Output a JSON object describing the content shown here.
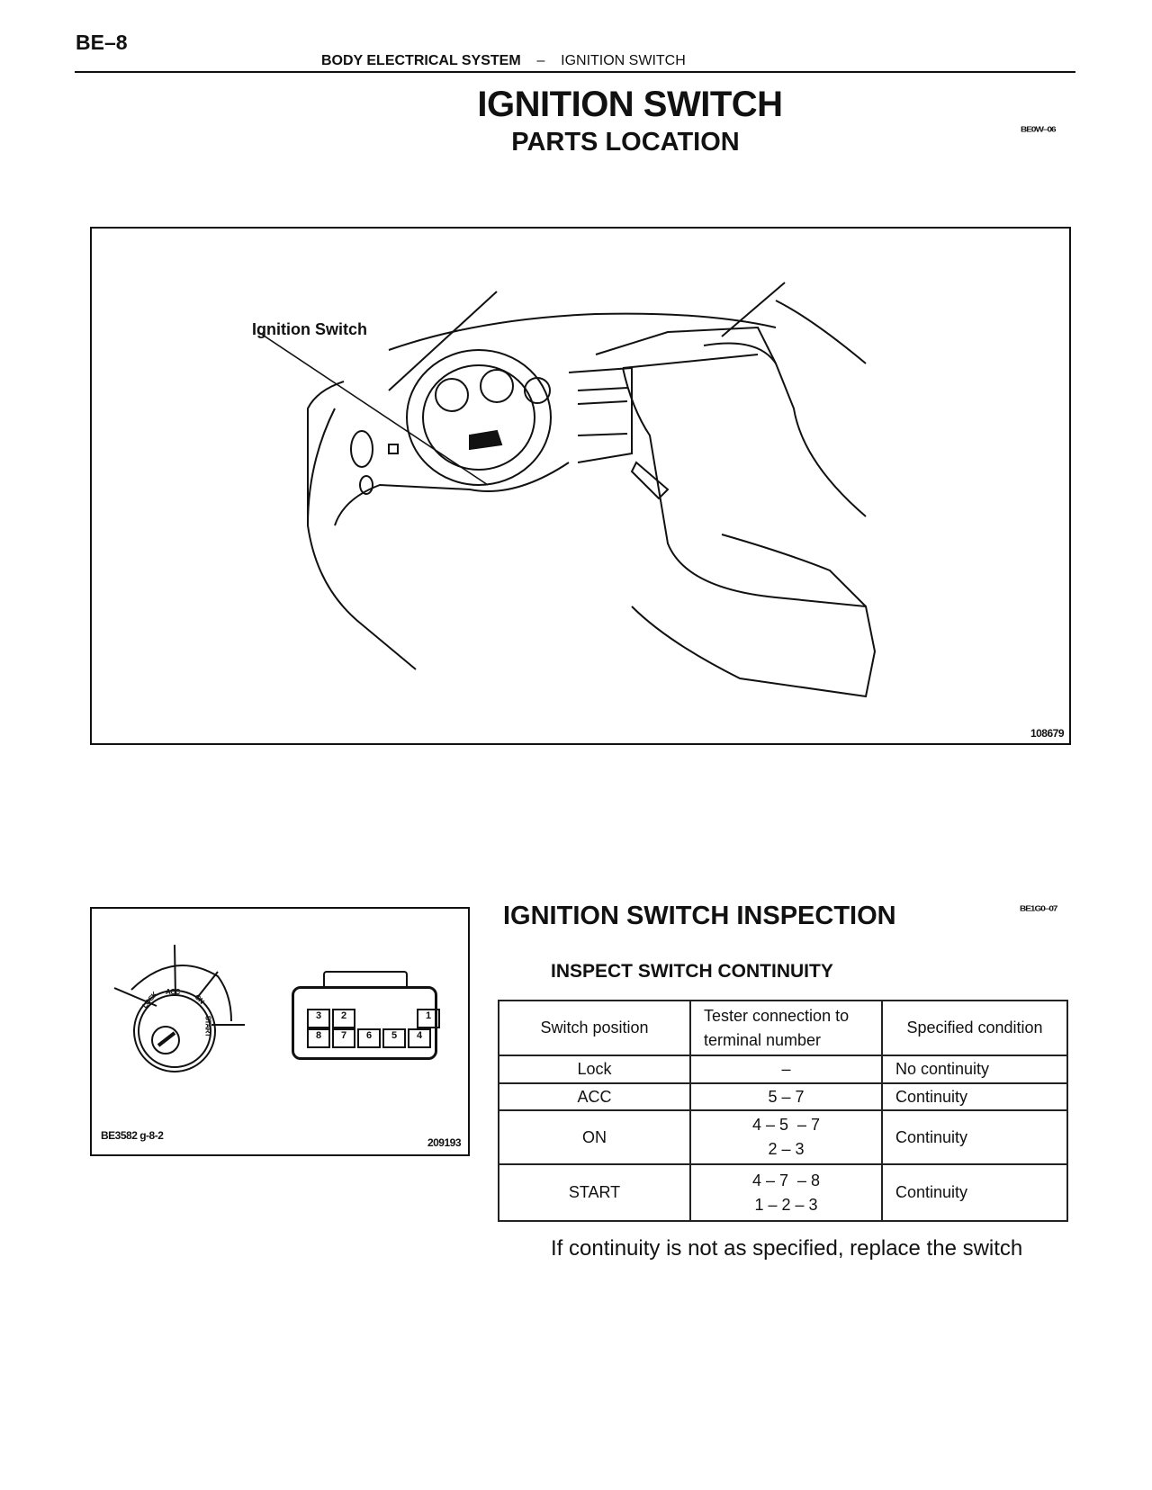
{
  "page_number": "BE–8",
  "running_header": {
    "section": "BODY ELECTRICAL SYSTEM",
    "separator": "–",
    "topic": "IGNITION SWITCH"
  },
  "title": "IGNITION SWITCH",
  "subtitle": "PARTS LOCATION",
  "title_code": "BE0W–06",
  "figure1": {
    "callout": "Ignition Switch",
    "code": "108679"
  },
  "figure2": {
    "positions": [
      "LOCK",
      "ACC",
      "ON",
      "START"
    ],
    "terminals_top": [
      "3",
      "2",
      "1"
    ],
    "terminals_bottom": [
      "8",
      "7",
      "6",
      "5",
      "4"
    ],
    "code_left": "BE3582 g-8-2",
    "code_right": "209193"
  },
  "inspection": {
    "heading": "IGNITION SWITCH INSPECTION",
    "heading_code": "BE1G0–07",
    "subheading": "INSPECT SWITCH CONTINUITY",
    "table": {
      "headers": [
        "Switch position",
        "Tester connection to terminal  number",
        "Specified condition"
      ],
      "rows": [
        {
          "position": "Lock",
          "connection": [
            "–"
          ],
          "condition": "No continuity"
        },
        {
          "position": "ACC",
          "connection": [
            "5 – 7"
          ],
          "condition": "Continuity"
        },
        {
          "position": "ON",
          "connection": [
            "4 – 5  – 7",
            "2 – 3"
          ],
          "condition": "Continuity"
        },
        {
          "position": "START",
          "connection": [
            "4 – 7  – 8",
            "1 – 2 – 3"
          ],
          "condition": "Continuity"
        }
      ]
    },
    "note": "If continuity is not as specified, replace the switch"
  }
}
